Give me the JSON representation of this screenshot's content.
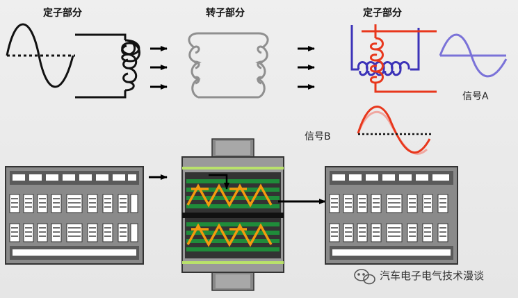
{
  "labels": {
    "stator_left": "定子部分",
    "rotor": "转子部分",
    "stator_right": "定子部分",
    "signal_a": "信号A",
    "signal_b": "信号B"
  },
  "watermark": {
    "text": "汽车电子电气技术漫谈",
    "icon": "wechat-icon"
  },
  "colors": {
    "stator_coil": "#111111",
    "rotor_coil": "#8f8f8f",
    "winding_blue": "#3c33b8",
    "winding_red": "#e8371c",
    "signal_a": "#7a72d8",
    "signal_b_red": "#e8371c",
    "signal_b_pink": "#f0a7a0",
    "rotor_green": "#1f8c3a",
    "rotor_orange": "#f39a0e",
    "rotor_lightgreen": "#b9e26a",
    "arrow": "#000000"
  }
}
